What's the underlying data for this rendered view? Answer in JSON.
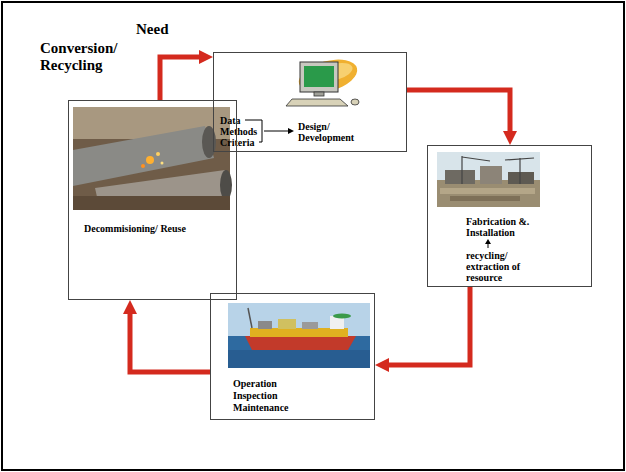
{
  "diagram": {
    "nodes": [
      {
        "text": [
          "Data",
          "Methods",
          "Criteria",
          "Design/ Development"
        ]
      },
      {
        "text": [
          "Fabrication &. Installation",
          "recycling/ extraction of resource"
        ]
      },
      {
        "text": [
          "Operation Inspection Maintenance"
        ]
      },
      {
        "text": [
          "Decommisioning/ Reuse"
        ]
      }
    ],
    "edges": [
      {
        "from": 0,
        "to": 1,
        "arrow": "to"
      },
      {
        "from": 1,
        "to": 2,
        "arrow": "to"
      },
      {
        "from": 2,
        "to": 3,
        "arrow": "to"
      },
      {
        "from": 3,
        "to": 0,
        "arrow": "to"
      }
    ],
    "labels": [
      "Need",
      "Conversion/ Recycling"
    ]
  }
}
